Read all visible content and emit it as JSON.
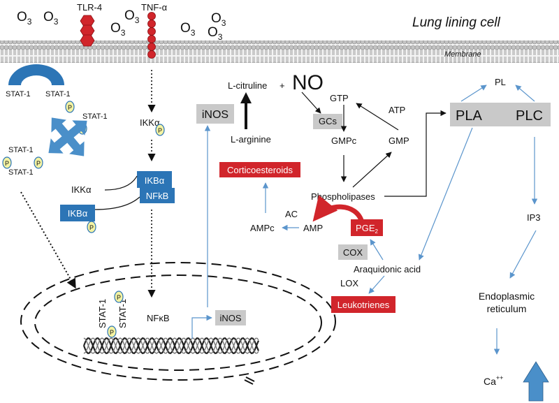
{
  "title": "Lung lining cell",
  "membrane_label": "Membrane",
  "ozone": {
    "o": "O",
    "sub": "3"
  },
  "receptors": {
    "tlr4": "TLR-4",
    "tnf": "TNF-α"
  },
  "stat": {
    "stat1": "STAT-1",
    "p": "P"
  },
  "ikk": {
    "ikka": "IKKα",
    "ikba": "IKBα",
    "nfkb": "NFkB",
    "nfkb_nucleus": "NFκB"
  },
  "inos": {
    "label": "iNOS"
  },
  "no_pathway": {
    "l_citruline": "L-citruline",
    "plus": "+",
    "no": "NO",
    "l_arginine": "L-arginine",
    "corticoesteroids": "Corticoesteroids",
    "gtp": "GTP",
    "gcs": "GCs",
    "gmpc": "GMPc",
    "gmp": "GMP",
    "atp": "ATP",
    "phospholipases": "Phospholipases",
    "ac": "AC",
    "ampc": "AMPc",
    "amp": "AMP",
    "pge": "PGE",
    "pge_sub": "2",
    "cox": "COX",
    "araquidonic": "Araquidonic acid",
    "lox": "LOX",
    "leukotrienes": "Leukotrienes"
  },
  "right_pathway": {
    "pl": "PL",
    "pla": "PLA",
    "plc": "PLC",
    "ip3": "IP3",
    "er_line1": "Endoplasmic",
    "er_line2": "reticulum",
    "ca": "Ca",
    "ca_sup": "++"
  },
  "colors": {
    "red": "#d1252b",
    "blue": "#2c75b6",
    "light_blue": "#4a8fc9",
    "gray": "#c9c9c9",
    "arrow_blue": "#5b95cc"
  }
}
